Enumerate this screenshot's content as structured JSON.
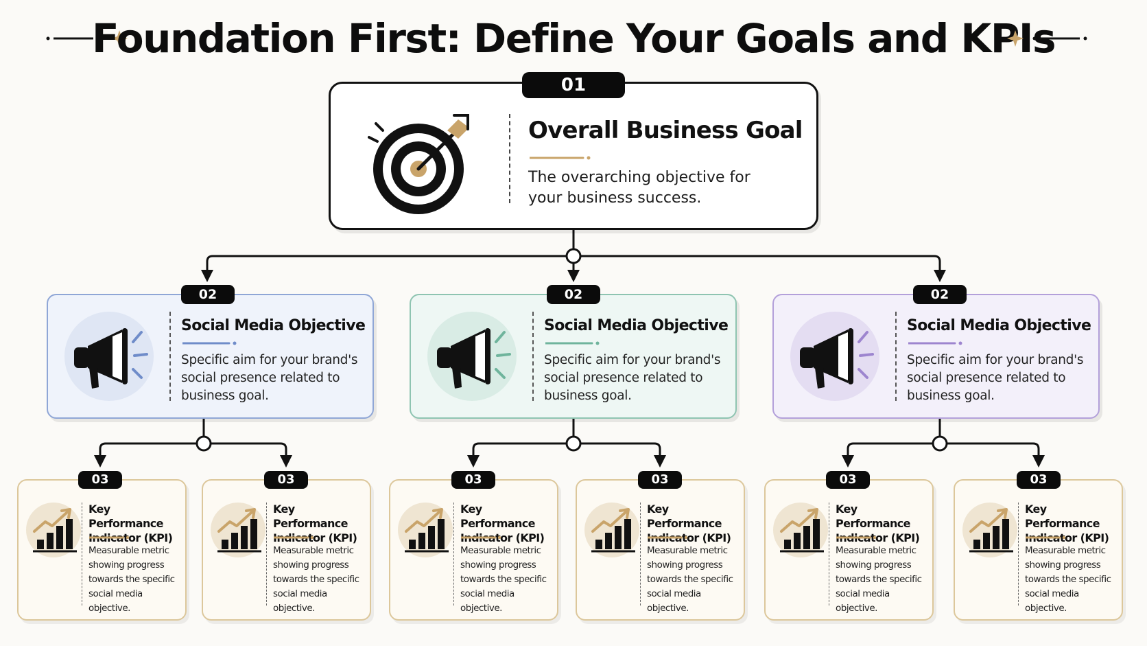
{
  "title": "Foundation First: Define Your Goals and KPIs",
  "colors": {
    "dark": "#0b0b0b",
    "gold": "#c9a46a",
    "blue_accent": "#6f8cc9",
    "teal_accent": "#6fb49c",
    "purple_accent": "#9d85cf",
    "kpi_border": "#dcc79b"
  },
  "goal": {
    "badge": "01",
    "icon": "target-icon",
    "title": "Overall Business Goal",
    "description": "The overarching objective for your business success."
  },
  "objectives": [
    {
      "badge": "02",
      "icon": "megaphone-icon",
      "title": "Social Media Objective",
      "description": "Specific aim for your brand's social presence related to business goal.",
      "accent": "#6f8cc9",
      "kpis": [
        {
          "badge": "03",
          "icon": "bar-chart-growth-icon",
          "title": "Key Performance Indicator (KPI)",
          "description": "Measurable metric showing progress towards the specific social media objective."
        },
        {
          "badge": "03",
          "icon": "bar-chart-growth-icon",
          "title": "Key Performance Indicator (KPI)",
          "description": "Measurable metric showing progress towards the specific social media objective."
        }
      ]
    },
    {
      "badge": "02",
      "icon": "megaphone-icon",
      "title": "Social Media Objective",
      "description": "Specific aim for your brand's social presence related to business goal.",
      "accent": "#6fb49c",
      "kpis": [
        {
          "badge": "03",
          "icon": "bar-chart-growth-icon",
          "title": "Key Performance Indicator (KPI)",
          "description": "Measurable metric showing progress towards the specific social media objective."
        },
        {
          "badge": "03",
          "icon": "bar-chart-growth-icon",
          "title": "Key Performance Indicator (KPI)",
          "description": "Measurable metric showing progress towards the specific social media objective."
        }
      ]
    },
    {
      "badge": "02",
      "icon": "megaphone-icon",
      "title": "Social Media Objective",
      "description": "Specific aim for your brand's social presence related to business goal.",
      "accent": "#9d85cf",
      "kpis": [
        {
          "badge": "03",
          "icon": "bar-chart-growth-icon",
          "title": "Key Performance Indicator (KPI)",
          "description": "Measurable metric showing progress towards the specific social media objective."
        },
        {
          "badge": "03",
          "icon": "bar-chart-growth-icon",
          "title": "Key Performance Indicator (KPI)",
          "description": "Measurable metric showing progress towards the specific social media objective."
        }
      ]
    }
  ]
}
